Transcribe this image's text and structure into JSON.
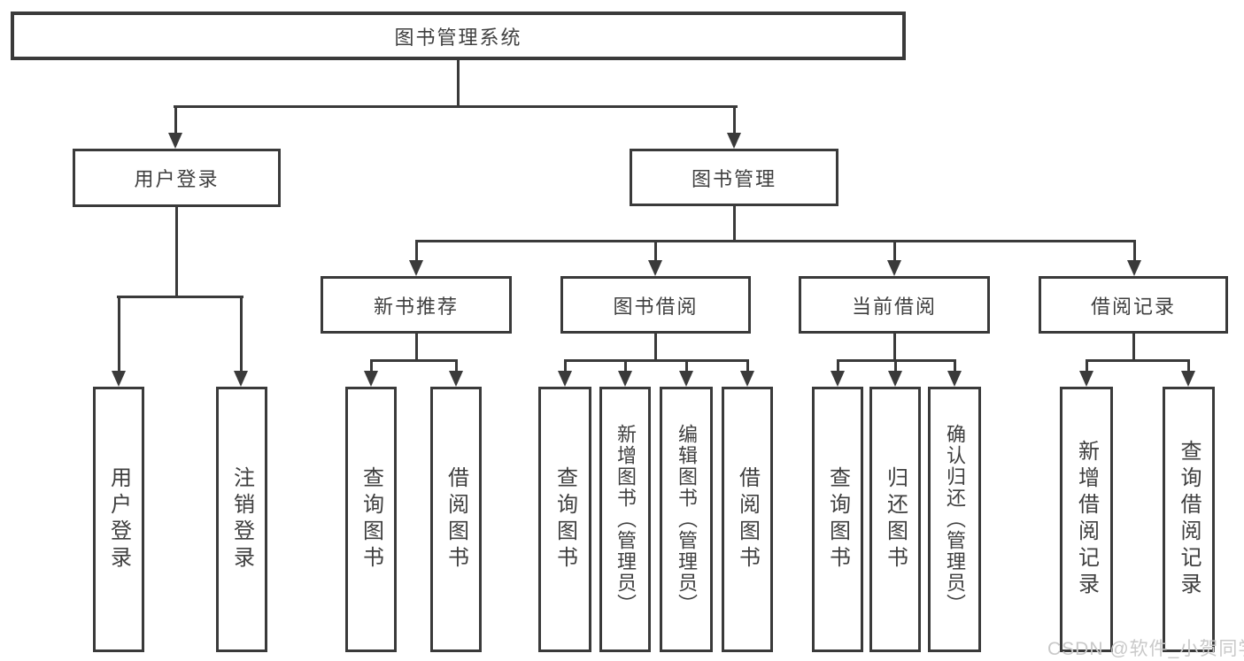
{
  "diagram": {
    "type": "hierarchy-tree",
    "nodes": {
      "root": "图书管理系统",
      "level2": [
        "用户登录",
        "图书管理"
      ],
      "level3": [
        "新书推荐",
        "图书借阅",
        "当前借阅",
        "借阅记录"
      ],
      "leaves": [
        "用户登录",
        "注销登录",
        "查询图书",
        "借阅图书",
        "查询图书",
        "新增图书（管理员）",
        "编辑图书（管理员）",
        "借阅图书",
        "查询图书",
        "归还图书",
        "确认归还（管理员）",
        "新增借阅记录",
        "查询借阅记录"
      ]
    },
    "edges": [
      {
        "from": "图书管理系统",
        "to": [
          "用户登录",
          "图书管理"
        ]
      },
      {
        "from": "用户登录",
        "to": [
          "用户登录",
          "注销登录"
        ]
      },
      {
        "from": "图书管理",
        "to": [
          "新书推荐",
          "图书借阅",
          "当前借阅",
          "借阅记录"
        ]
      },
      {
        "from": "新书推荐",
        "to": [
          "查询图书",
          "借阅图书"
        ]
      },
      {
        "from": "图书借阅",
        "to": [
          "查询图书",
          "新增图书（管理员）",
          "编辑图书（管理员）",
          "借阅图书"
        ]
      },
      {
        "from": "当前借阅",
        "to": [
          "查询图书",
          "归还图书",
          "确认归还（管理员）"
        ]
      },
      {
        "from": "借阅记录",
        "to": [
          "新增借阅记录",
          "查询借阅记录"
        ]
      }
    ],
    "colors": {
      "line": "#3a3a3a",
      "text": "#3f3f3f",
      "background": "#ffffff",
      "watermark": "#c9c9c9"
    }
  },
  "watermark": "CSDN @软件_小贺同学"
}
